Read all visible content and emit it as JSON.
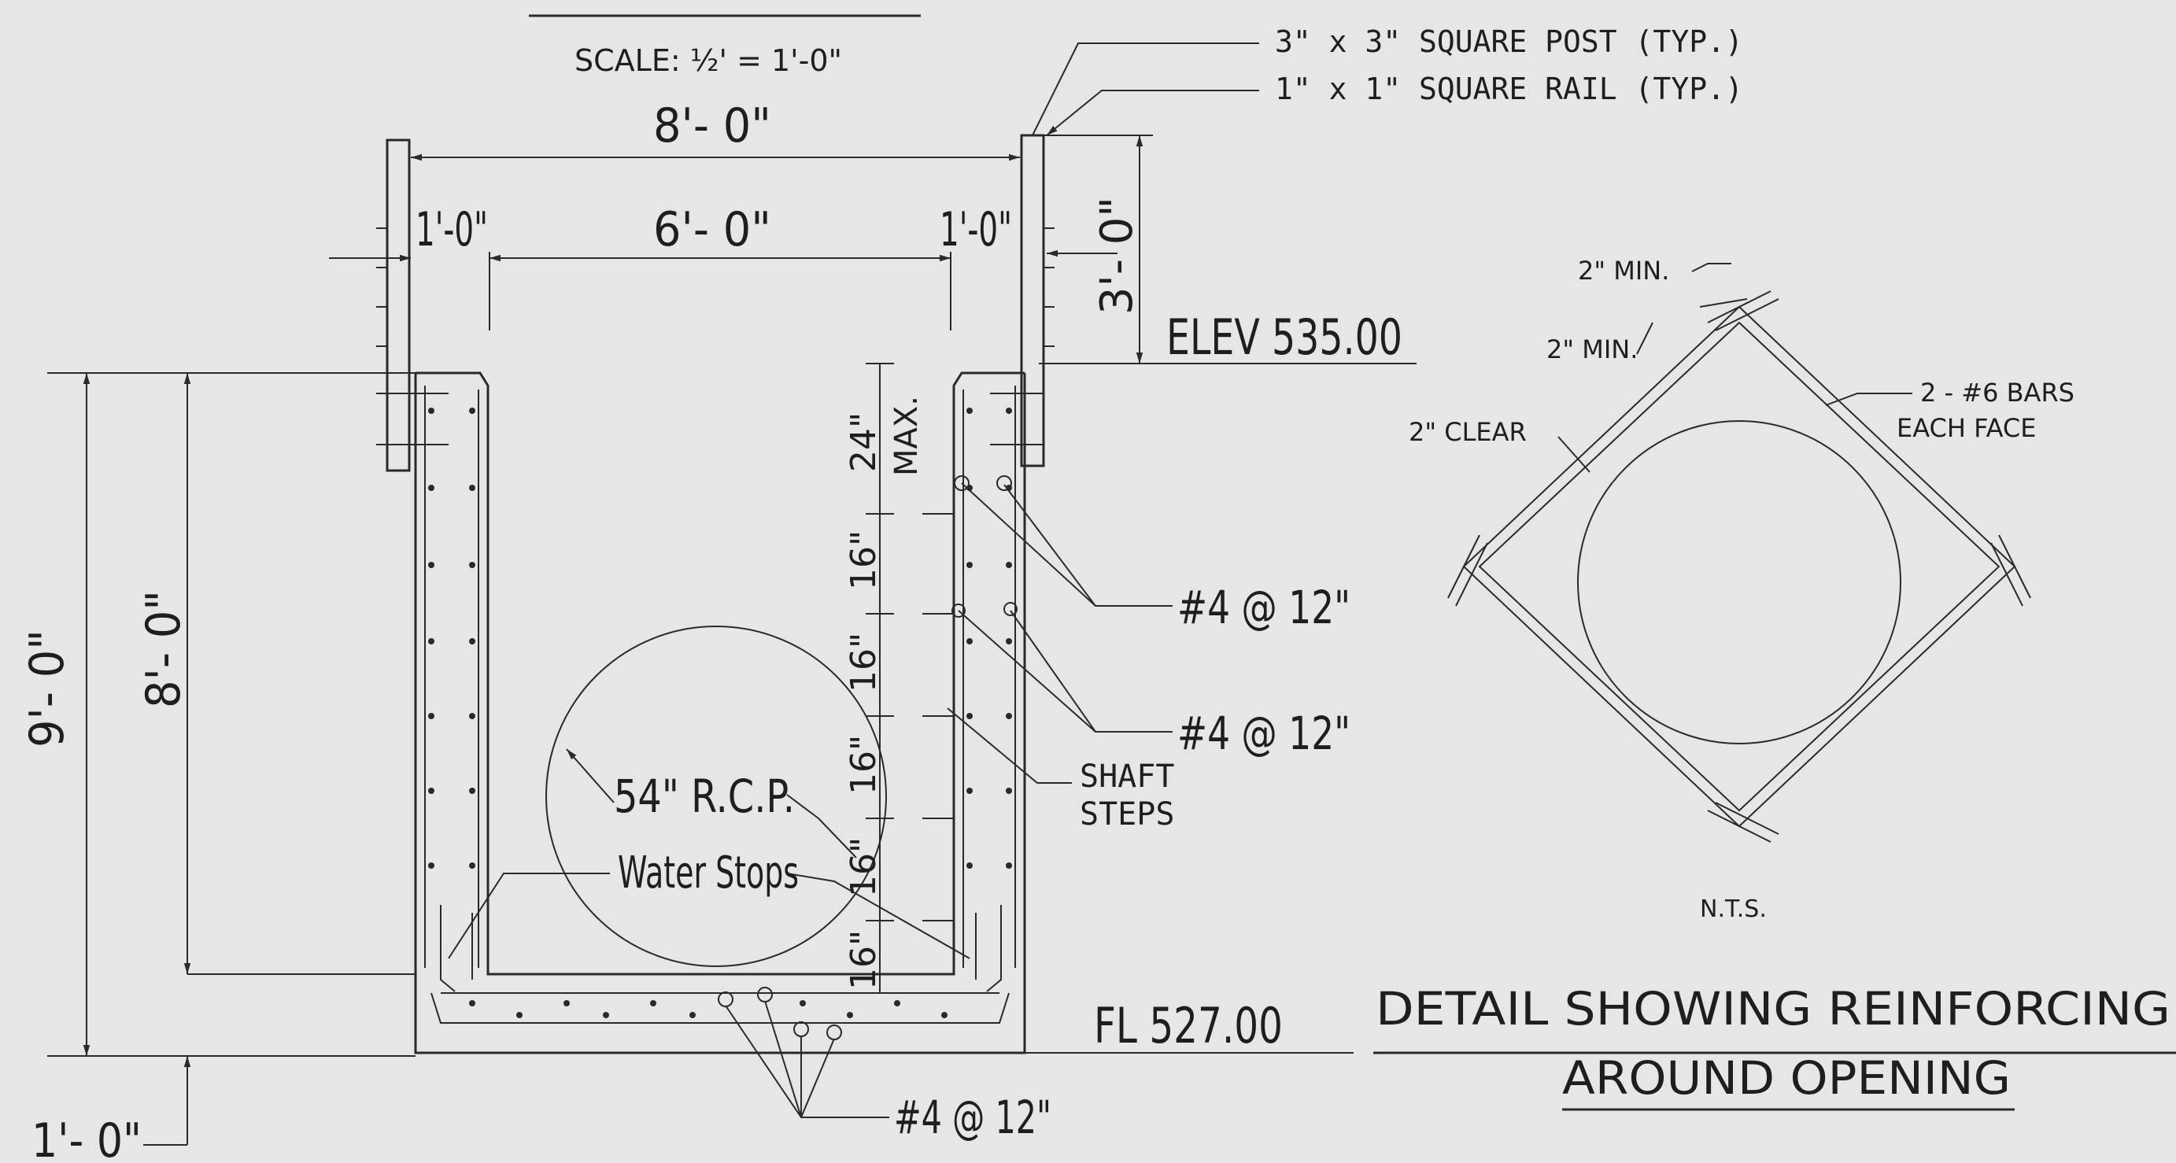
{
  "drawing": {
    "scale_label": "SCALE: ½' = 1'-0\"",
    "callouts": {
      "post": "3\" x 3\" SQUARE POST (TYP.)",
      "rail": "1\" x 1\" SQUARE RAIL (TYP.)",
      "rebar_1": "#4 @ 12\"",
      "rebar_2": "#4 @ 12\"",
      "rebar_bottom": "#4 @ 12\"",
      "shaft_steps_1": "SHAFT",
      "shaft_steps_2": "STEPS",
      "pipe": "54\" R.C.P.",
      "water_stops": "Water Stops"
    },
    "dimensions": {
      "top_width": "8'- 0\"",
      "inner_width": "6'- 0\"",
      "wall_left": "1'-0\"",
      "wall_right": "1'-0\"",
      "rail_height": "3'- 0\"",
      "overall_height": "9'- 0\"",
      "inner_height": "8'- 0\"",
      "base_thickness": "1'- 0\"",
      "step_spacing_max": "24\"",
      "max_label": "MAX.",
      "step_spacing": [
        "16\"",
        "16\"",
        "16\"",
        "16\"",
        "16\""
      ]
    },
    "elevations": {
      "top": "ELEV 535.00",
      "flowline": "FL 527.00"
    }
  },
  "detail": {
    "min_1": "2\" MIN.",
    "min_2": "2\" MIN.",
    "clear": "2\" CLEAR",
    "bars_1": "2 - #6 BARS",
    "bars_2": "EACH FACE",
    "nts": "N.T.S.",
    "title_1": "DETAIL SHOWING REINFORCING",
    "title_2": "AROUND OPENING"
  }
}
